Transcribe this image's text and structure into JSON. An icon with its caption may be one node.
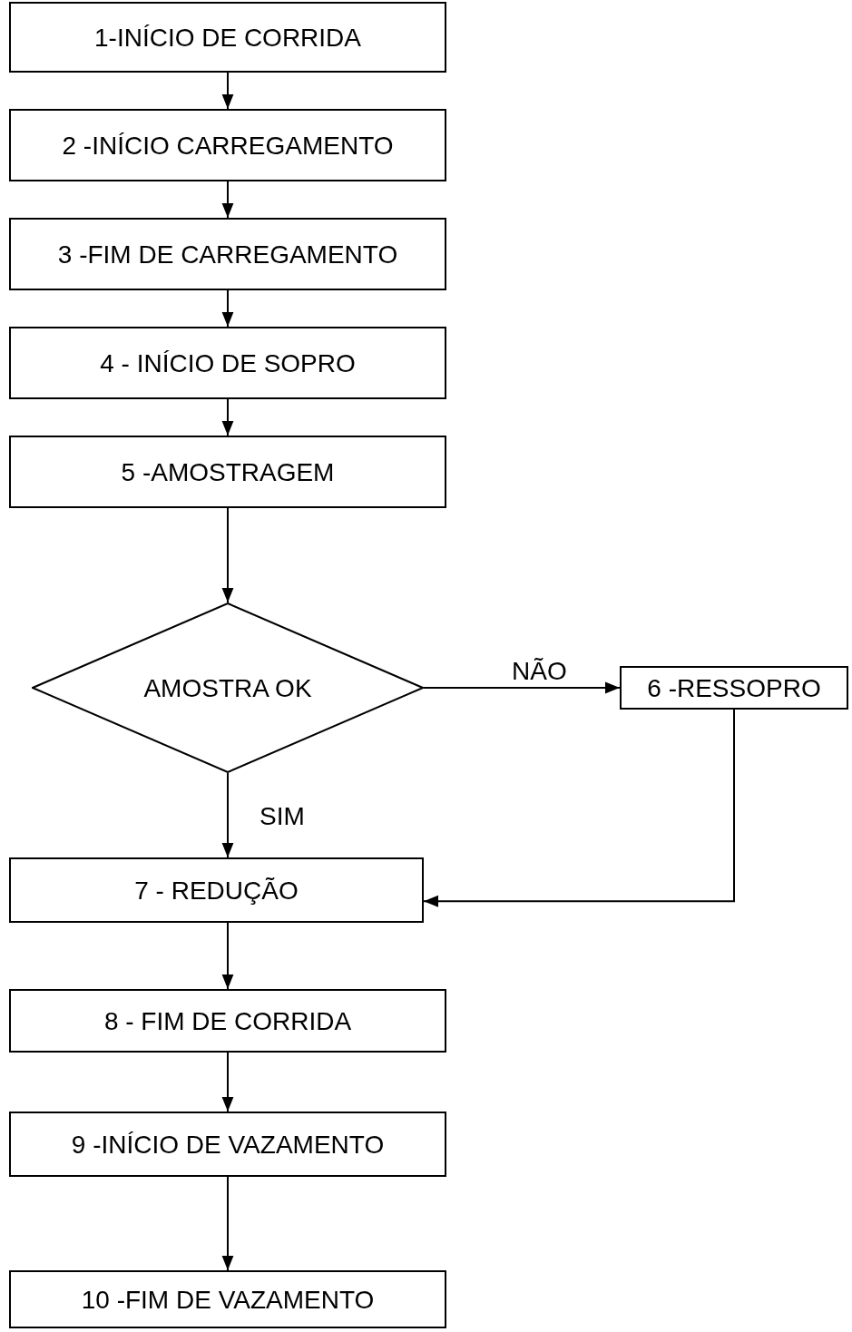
{
  "diagram": {
    "nodes": [
      {
        "text": [
          "1-INÍCIO DE CORRIDA"
        ]
      },
      {
        "text": [
          "2 -INÍCIO CARREGAMENTO"
        ]
      },
      {
        "text": [
          "3 -FIM DE CARREGAMENTO"
        ]
      },
      {
        "text": [
          "4 - INÍCIO DE SOPRO"
        ]
      },
      {
        "text": [
          "5 -AMOSTRAGEM"
        ]
      },
      {
        "text": [
          "AMOSTRA OK"
        ]
      },
      {
        "text": [
          "6 -RESSOPRO"
        ]
      },
      {
        "text": [
          "7 - REDUÇÃO"
        ]
      },
      {
        "text": [
          "8 - FIM DE CORRIDA"
        ]
      },
      {
        "text": [
          "9 -INÍCIO DE VAZAMENTO"
        ]
      },
      {
        "text": [
          "10 -FIM DE VAZAMENTO"
        ]
      }
    ],
    "edges": [
      {
        "from": 0,
        "to": 1,
        "arrow": "to"
      },
      {
        "from": 1,
        "to": 2,
        "arrow": "to"
      },
      {
        "from": 2,
        "to": 3,
        "arrow": "to"
      },
      {
        "from": 3,
        "to": 4,
        "arrow": "to"
      },
      {
        "from": 4,
        "to": 5,
        "arrow": "to"
      },
      {
        "from": 5,
        "to": 6,
        "arrow": "to",
        "label": "NÃO"
      },
      {
        "from": 5,
        "to": 7,
        "arrow": "to",
        "label": "SIM"
      },
      {
        "from": 6,
        "to": 7,
        "arrow": "to"
      },
      {
        "from": 7,
        "to": 8,
        "arrow": "to"
      },
      {
        "from": 8,
        "to": 9,
        "arrow": "to"
      },
      {
        "from": 9,
        "to": 10,
        "arrow": "to"
      }
    ]
  }
}
